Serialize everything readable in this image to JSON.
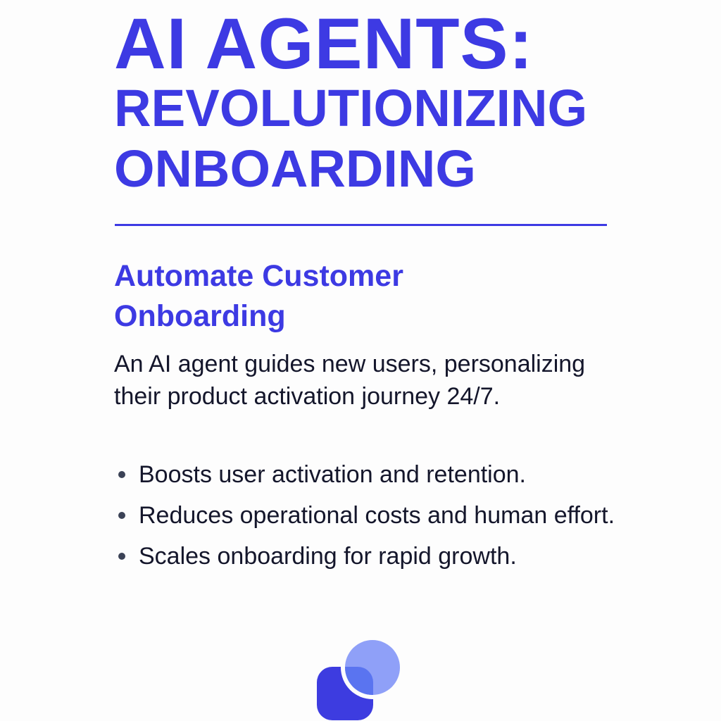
{
  "title": {
    "line1": "AI AGENTS:",
    "line2": "REVOLUTIONIZING",
    "line3": "ONBOARDING"
  },
  "subheading": "Automate Customer Onboarding",
  "body": "An AI agent guides new users, personalizing their product activation journey 24/7.",
  "bullets": [
    "Boosts user activation and retention.",
    "Reduces operational costs and human effort.",
    "Scales onboarding for rapid growth."
  ],
  "logo": {
    "icon": "overlapping-shapes-logo-icon",
    "colors": {
      "square": "#3d3ce0",
      "circle": "#8fa0f8",
      "overlap": "#5a74f0"
    }
  },
  "colors": {
    "accent": "#3d3ae3",
    "text": "#14162b",
    "bullet": "#3b4256",
    "background": "#fdfdfd"
  }
}
